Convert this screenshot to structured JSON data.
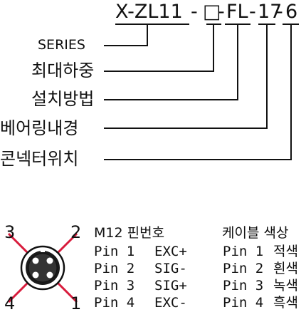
{
  "model_code": {
    "segments": [
      "X-ZL11",
      "-",
      "□",
      "-",
      "FL",
      "-",
      "17",
      "-",
      "6"
    ]
  },
  "labels": {
    "series": "SERIES",
    "max_load": "최대하중",
    "install_method": "설치방법",
    "bearing_bore": "베어링내경",
    "connector_position": "콘넥터위치"
  },
  "connector": {
    "pin_numbers": [
      "3",
      "2",
      "4",
      "1"
    ]
  },
  "pin_table": {
    "header_m12": "M12 핀번호",
    "header_cable": "케이블 색상",
    "rows": [
      {
        "pin": "Pin 1",
        "signal": "EXC+",
        "cable_pin": "Pin 1",
        "color": "적색"
      },
      {
        "pin": "Pin 2",
        "signal": "SIG-",
        "cable_pin": "Pin 2",
        "color": "흰색"
      },
      {
        "pin": "Pin 3",
        "signal": "SIG+",
        "cable_pin": "Pin 3",
        "color": "녹색"
      },
      {
        "pin": "Pin 4",
        "signal": "EXC-",
        "cable_pin": "Pin 4",
        "color": "흑색"
      }
    ]
  },
  "colors": {
    "line": "#111111",
    "cross": "#d81b3c"
  }
}
